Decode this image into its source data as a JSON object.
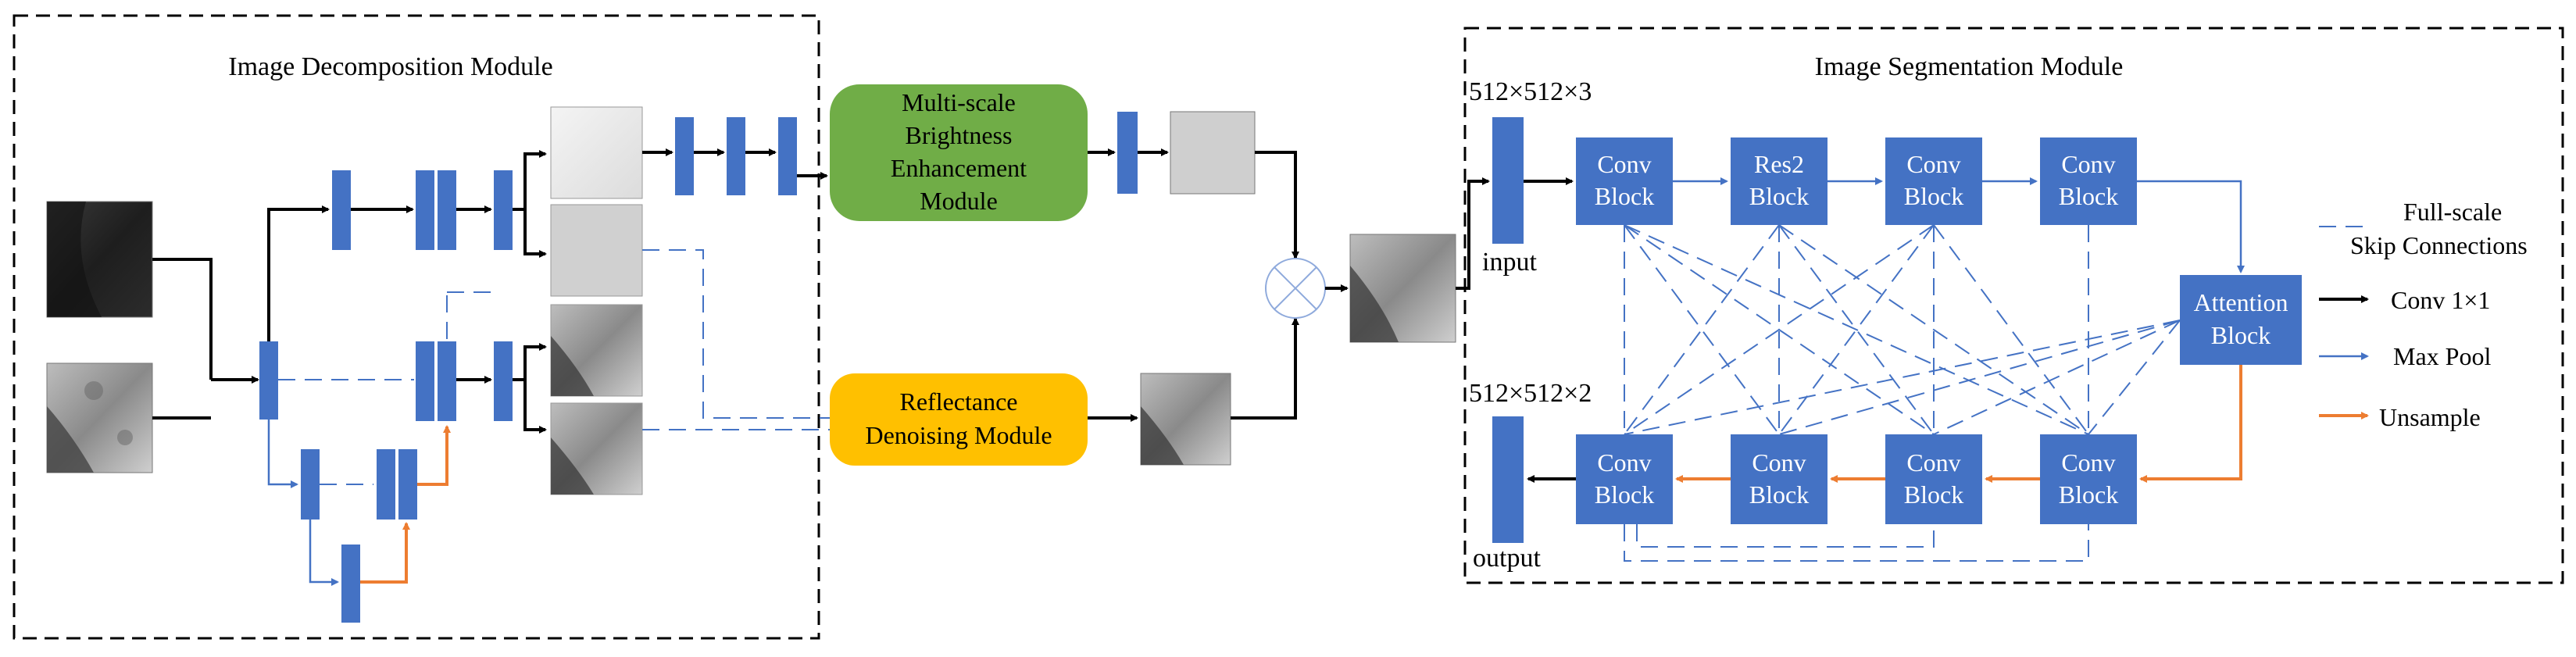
{
  "modules": {
    "decomposition_title": "Image Decomposition Module",
    "segmentation_title": "Image Segmentation Module",
    "brightness": [
      "Multi-scale",
      "Brightness",
      "Enhancement",
      "Module"
    ],
    "reflectance": [
      "Reflectance",
      "Denoising Module"
    ]
  },
  "colors": {
    "block_blue": "#4472c4",
    "brightness_green": "#70ad47",
    "reflectance_yellow": "#ffc000",
    "upsample_orange": "#ed7d31"
  },
  "segmentation": {
    "input_dim": "512×512×3",
    "output_dim": "512×512×2",
    "input_label": "input",
    "output_label": "output",
    "encoder": [
      [
        "Conv",
        "Block"
      ],
      [
        "Res2",
        "Block"
      ],
      [
        "Conv",
        "Block"
      ],
      [
        "Conv",
        "Block"
      ]
    ],
    "decoder": [
      [
        "Conv",
        "Block"
      ],
      [
        "Conv",
        "Block"
      ],
      [
        "Conv",
        "Block"
      ],
      [
        "Conv",
        "Block"
      ]
    ],
    "attention": [
      "Attention",
      "Block"
    ]
  },
  "legend": {
    "skip": [
      "Full-scale",
      "Skip Connections"
    ],
    "conv": "Conv 1×1",
    "maxpool": "Max Pool",
    "upsample": "Unsample"
  }
}
